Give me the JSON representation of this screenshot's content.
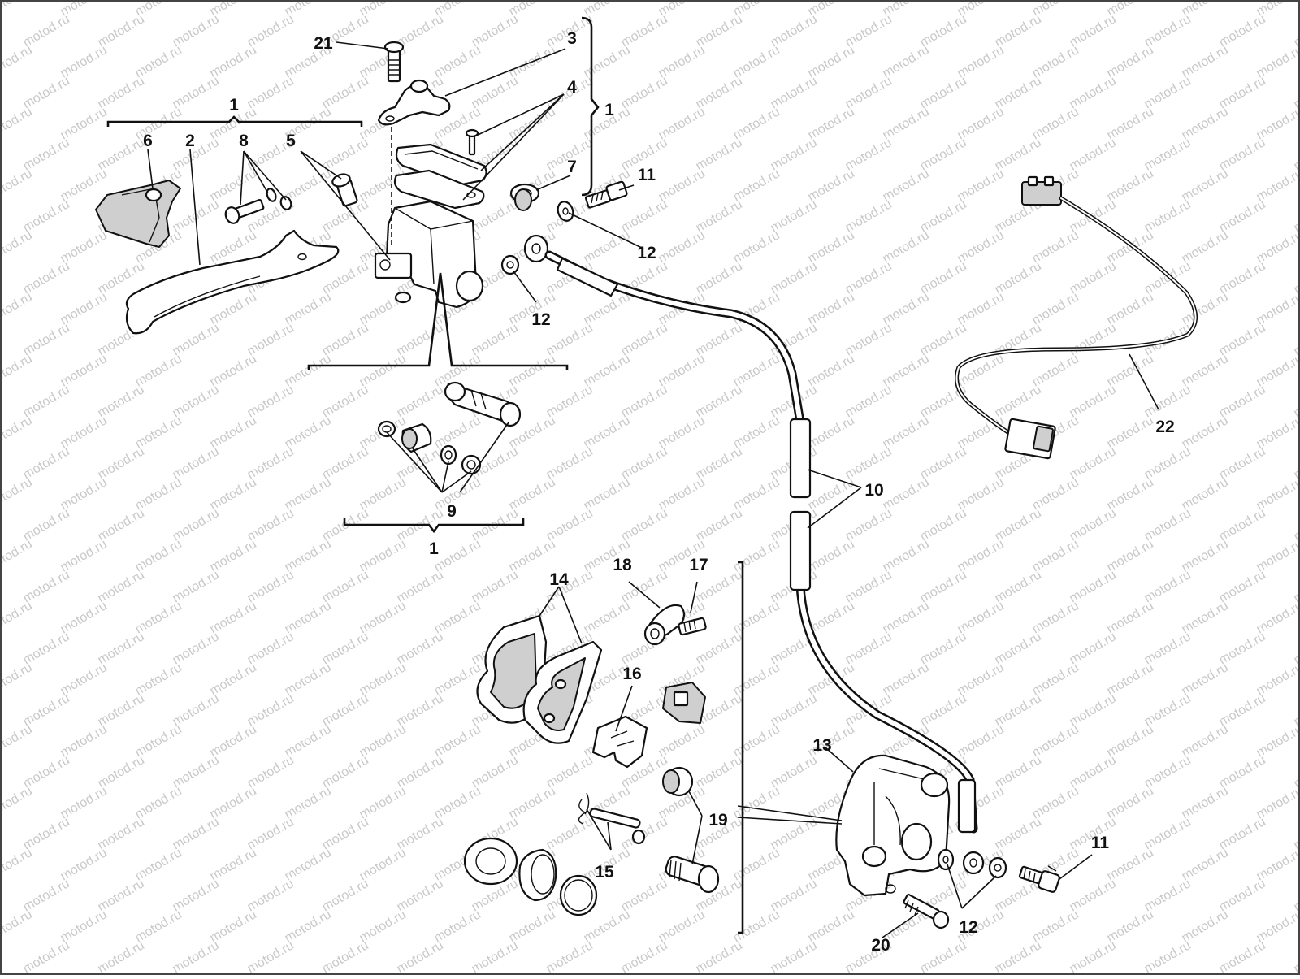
{
  "watermark": {
    "text": "motod.ru"
  },
  "callouts": {
    "c1_top_left": "1",
    "c1_right": "1",
    "c1_bottom": "1",
    "c2": "2",
    "c3": "3",
    "c4": "4",
    "c5": "5",
    "c6": "6",
    "c7": "7",
    "c8": "8",
    "c9": "9",
    "c10": "10",
    "c11_top": "11",
    "c11_bottom": "11",
    "c12_top": "12",
    "c12_mid": "12",
    "c12_bottom": "12",
    "c13": "13",
    "c14": "14",
    "c15": "15",
    "c16": "16",
    "c17": "17",
    "c18": "18",
    "c19": "19",
    "c20": "20",
    "c21": "21",
    "c22": "22"
  }
}
